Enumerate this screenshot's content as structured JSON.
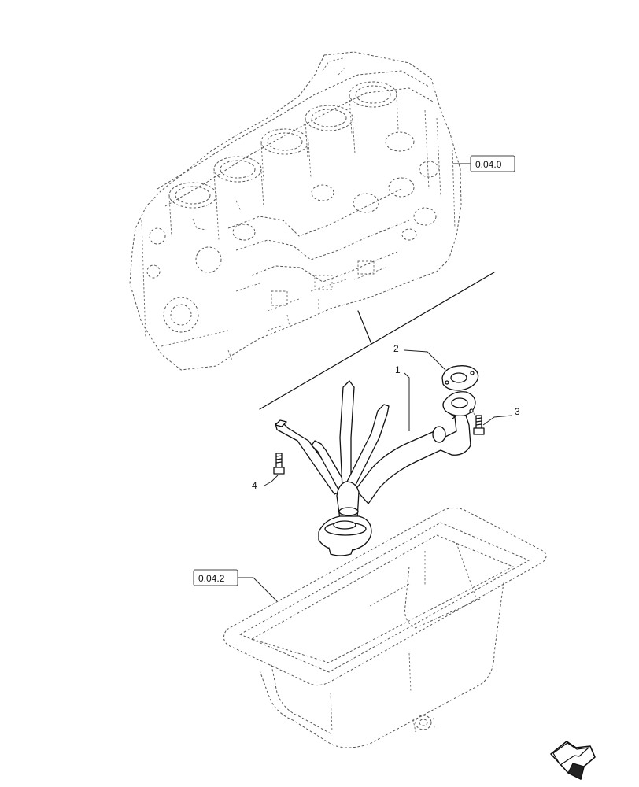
{
  "references": {
    "engine_block": "0.04.0",
    "oil_sump": "0.04.2"
  },
  "callouts": {
    "item_1": "1",
    "item_2": "2",
    "item_3": "3",
    "item_4": "4"
  },
  "icons": {
    "orientation": "orientation-arrow-icon"
  }
}
